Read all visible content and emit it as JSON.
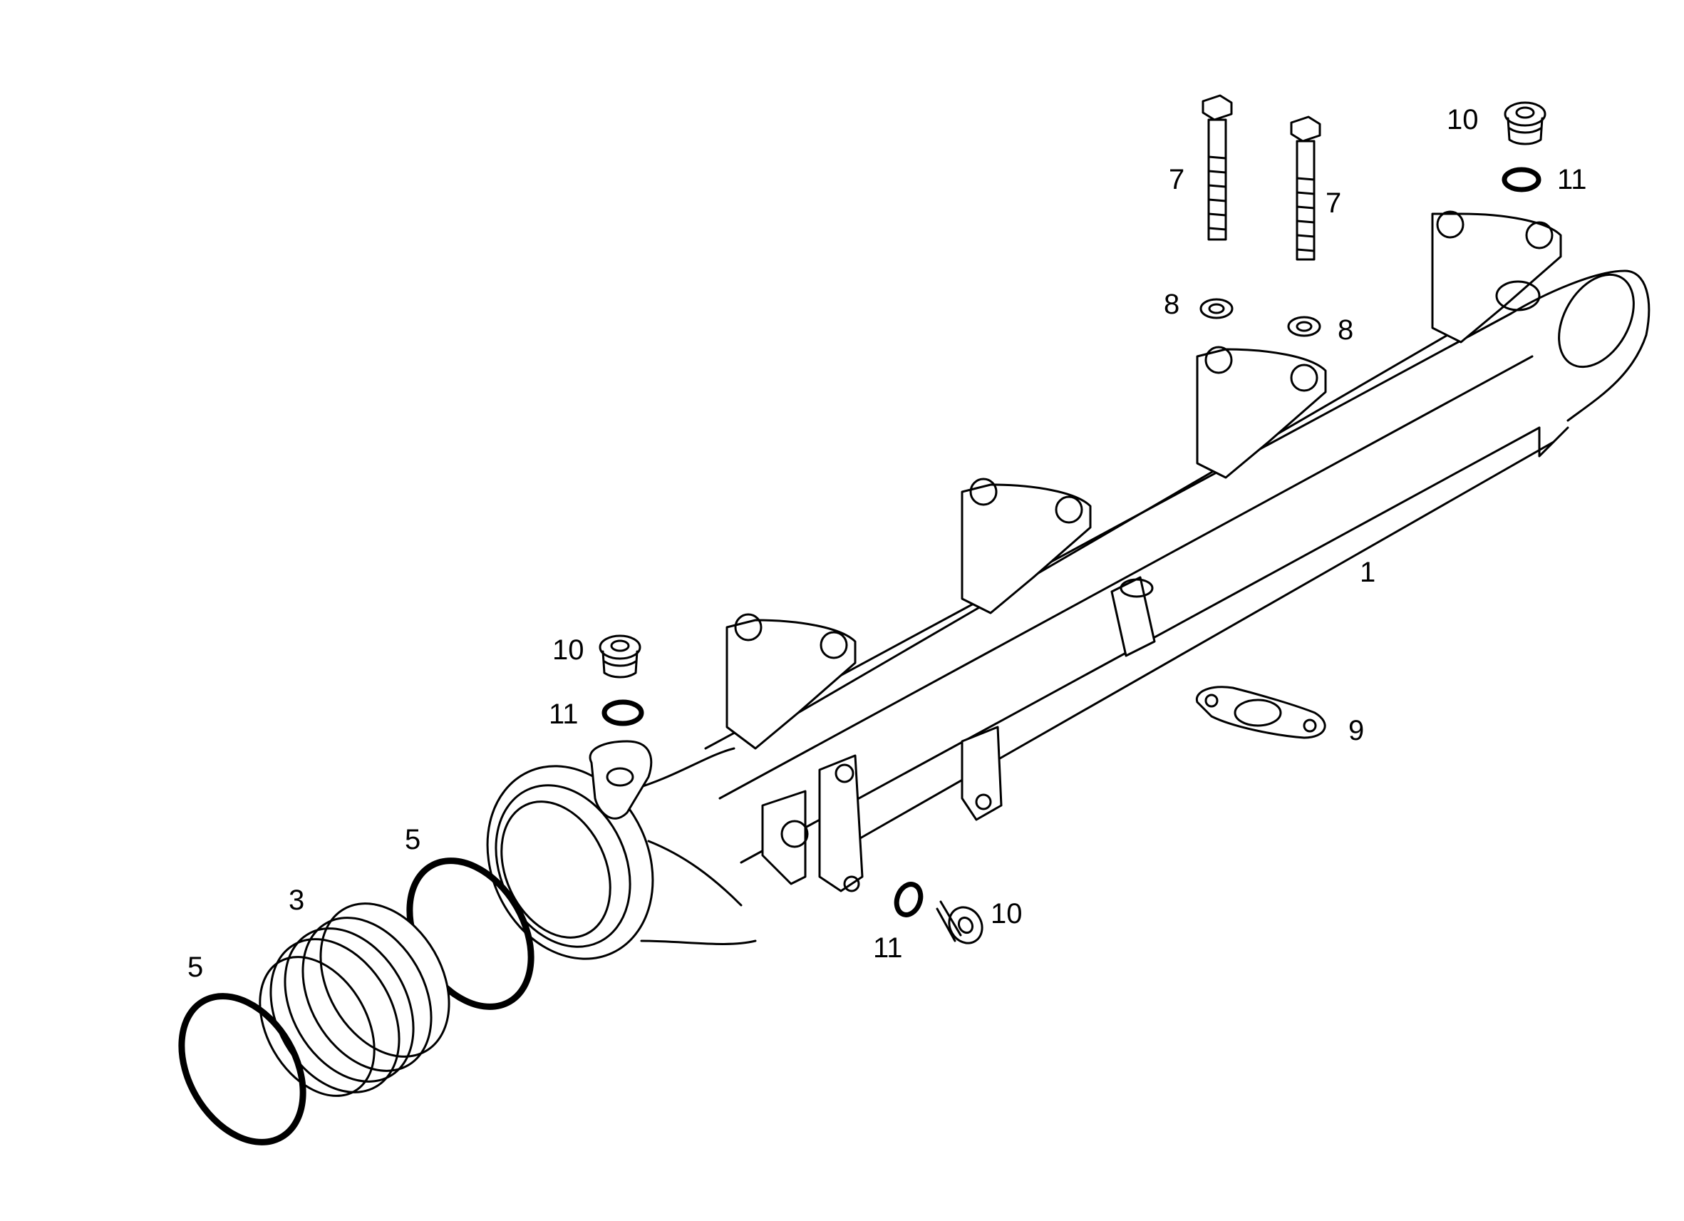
{
  "diagram": {
    "callouts": [
      {
        "id": "c7a",
        "text": "7"
      },
      {
        "id": "c7b",
        "text": "7"
      },
      {
        "id": "c10a",
        "text": "10"
      },
      {
        "id": "c11a",
        "text": "11"
      },
      {
        "id": "c8a",
        "text": "8"
      },
      {
        "id": "c8b",
        "text": "8"
      },
      {
        "id": "c1",
        "text": "1"
      },
      {
        "id": "c9",
        "text": "9"
      },
      {
        "id": "c10b",
        "text": "10"
      },
      {
        "id": "c11b",
        "text": "11"
      },
      {
        "id": "c5a",
        "text": "5"
      },
      {
        "id": "c3",
        "text": "3"
      },
      {
        "id": "c5b",
        "text": "5"
      },
      {
        "id": "c11c",
        "text": "11"
      },
      {
        "id": "c10c",
        "text": "10"
      }
    ]
  }
}
